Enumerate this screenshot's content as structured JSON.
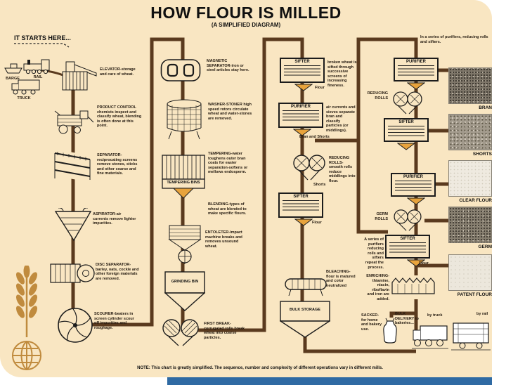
{
  "header": {
    "title": "HOW FLOUR IS MILLED",
    "subtitle": "(A SIMPLIFIED DIAGRAM)"
  },
  "start": {
    "label": "IT STARTS HERE...",
    "barge": "BARGE",
    "rail": "RAIL",
    "truck": "TRUCK"
  },
  "cleaning": {
    "elevator": "ELEVATOR-storage and care of wheat.",
    "product_control": "PRODUCT CONTROL chemists inspect and classify wheat, blending is often done at this point.",
    "separator": "SEPARATOR-reciprocating screens remove stones, sticks and other coarse and fine materials.",
    "aspirator": "ASPIRATOR-air currents remove lighter impurities.",
    "disc_separator": "DISC SEPARATOR-barley, oats, cockle and other foreign materials are removed.",
    "scourer": "SCOURER-beaters in screen cylinder scour off impurities and roughage."
  },
  "preparation": {
    "magnetic_separator": "MAGNETIC SEPARATOR-iron or steel articles stay here.",
    "washer_stoner": "WASHER-STONER high speed rotors circulate wheat and water-stones are removed.",
    "tempering": "TEMPERING-water toughens outer bran coats for easier separation-softens or mellows endosperm.",
    "tempering_bins": "TEMPERING BINS",
    "blending": "BLENDING-types of wheat are blended to make specific flours.",
    "entoleter": "ENTOLETER-impact machine breaks and removes unsound wheat.",
    "grinding_bin": "GRINDING BIN",
    "first_break": "FIRST BREAK-corrugated rolls break wheat into coarse particles."
  },
  "milling": {
    "sifter1_title": "SIFTER",
    "sifter1_note": "broken wheat is sifted through successive screens of increasing fineness.",
    "flour1": "Flour",
    "purifier_title": "PURIFIER",
    "purifier_note": "air currents and sieves separate bran and classify particles (or middlings).",
    "bran_and_shorts": "Bran and Shorts",
    "reducing_rolls_note": "REDUCING ROLLS-smooth rolls reduce middlings into flour.",
    "shorts": "Shorts",
    "sifter2_title": "SIFTER",
    "flour2": "Flour",
    "bleaching": "BLEACHING-flour is matured and color neutralized",
    "bulk_storage": "BULK STORAGE"
  },
  "second_series": {
    "intro_note": "In a series of purifiers, reducing rolls and sifters.",
    "purifier1": "PURIFIER",
    "reducing_rolls": "REDUCING ROLLS",
    "sifter1": "SIFTER",
    "purifier2": "PURIFIER",
    "germ_rolls": "GERM ROLLS",
    "sifter2": "SIFTER",
    "flour": "Flour",
    "repeat_note": "A series of purifiers reducing rolls and sifters repeat the process.",
    "enriching": "ENRICHING-thiamine, niacin, riboflavin and iron are added.",
    "sacked": "SACKED-for home and bakery use.",
    "bulk_delivery": "BULK DELIVERY to bakeries...",
    "by_truck": "by truck",
    "by_rail": "by rail"
  },
  "products": [
    {
      "label": "BRAN"
    },
    {
      "label": "SHORTS"
    },
    {
      "label": "CLEAR FLOUR"
    },
    {
      "label": "GERM"
    },
    {
      "label": "PATENT FLOUR"
    }
  ],
  "footer": {
    "note": "NOTE: This chart is greatly simplified. The sequence, number and complexity of different operations vary in different mills."
  },
  "colors": {
    "background": "#f9e6c2",
    "line": "#5a3a1e",
    "accent_blue": "#2f6aa3",
    "wheat_gold": "#c08b3e",
    "funnel_gold": "#e8a33c"
  }
}
